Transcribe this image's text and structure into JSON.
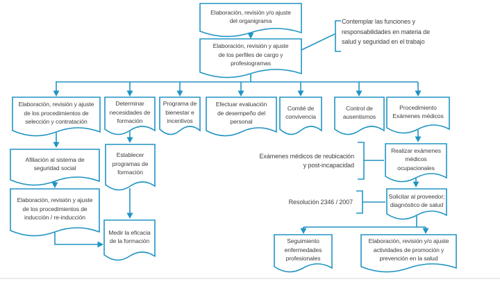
{
  "colors": {
    "accent": "#2094c3",
    "text": "#3d3d3d",
    "background": "#ffffff"
  },
  "nodes": {
    "org": "Elaboración, revisión y/o ajuste\ndel organigrama",
    "perfiles": "Elaboración, revisión y ajuste\nde los perfiles de cargo y\nprofesiogramas",
    "seleccion": "Elaboración, revisión y ajuste\nde los procedimientos de\nselección y contratación",
    "determinar": "Determinar\nnecesidades de\nformación",
    "bienestar": "Programa de\nbienestar e\nincentivos",
    "evaluacion": "Efectuar evaluación\nde desempeño del\npersonal",
    "comite": "Comité de\nconvivencia",
    "control": "Control de\nausentismos",
    "procedimiento": "Procedimiento\nExámenes médicos",
    "afiliacion": "Afiliación al sistema de\nseguridad social",
    "induccion": "Elaboración, revisión y ajuste\nde los procedimientos de\ninducción / re-inducción",
    "establecer": "Establecer\nprogramas de\nformación",
    "medir": "Medir la eficacia\nde la formación",
    "realizar": "Realizar exámenes\nmédicos\nocupacionales",
    "solicitar": "Solicitar al proveedor;\ndiagnóstico de salud",
    "seguimiento": "Seguimiento\nenfermedades\nprofesionales",
    "promocion": "Elaboración, revisión y/o ajuste\nactividades de promoción y\nprevención en la salud"
  },
  "annotations": {
    "contemplar": "Contemplar las funciones y\nresponsabilidades en materia de\nsalud y seguridad en el trabajo",
    "reubicacion": "Exámenes médicos de reubicación\ny post-incapacidad",
    "resolucion": "Resolución 2346 / 2007"
  }
}
